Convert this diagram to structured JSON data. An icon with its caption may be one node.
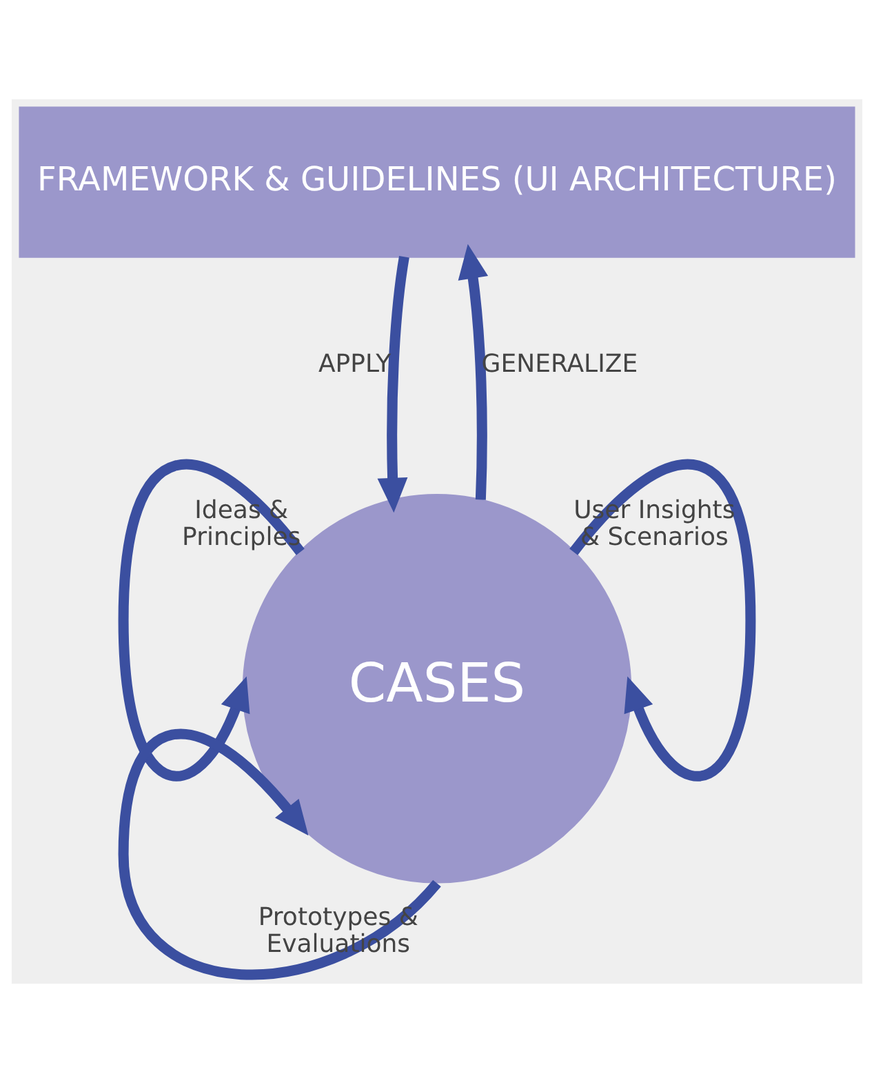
{
  "diagram": {
    "nodes": [
      {
        "text": [
          "FRAMEWORK & GUIDELINES (UI ARCHITECTURE)"
        ]
      },
      {
        "text": [
          "CASES"
        ]
      }
    ],
    "edges": [
      {
        "from": 1,
        "to": 0,
        "arrow": "to",
        "label": "GENERALIZE"
      },
      {
        "from": 0,
        "to": 1,
        "arrow": "to",
        "label": "APPLY"
      },
      {
        "from": 1,
        "to": 1,
        "arrow": "to",
        "label": "Ideas & Principles"
      },
      {
        "from": 1,
        "to": 1,
        "arrow": "to",
        "label": "User Insights & Scenarios"
      },
      {
        "from": 1,
        "to": 1,
        "arrow": "to",
        "label": "Prototypes & Evaluations"
      }
    ]
  }
}
